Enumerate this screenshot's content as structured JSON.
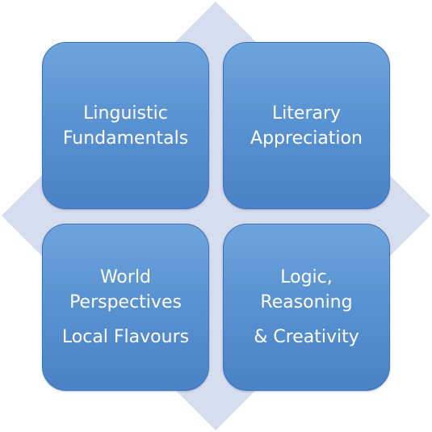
{
  "colors": {
    "diamond": "#d5ddef",
    "box_fill_top": "#6ea4dc",
    "box_fill_bottom": "#4a82c5",
    "text": "#ffffff"
  },
  "quadrants": {
    "top_left": {
      "lines": [
        "Linguistic",
        "Fundamentals"
      ]
    },
    "top_right": {
      "lines": [
        "Literary",
        "Appreciation"
      ]
    },
    "bottom_left": {
      "lines": [
        "World",
        "Perspectives",
        "Local Flavours"
      ]
    },
    "bottom_right": {
      "lines": [
        "Logic,",
        "Reasoning",
        "& Creativity"
      ]
    }
  }
}
